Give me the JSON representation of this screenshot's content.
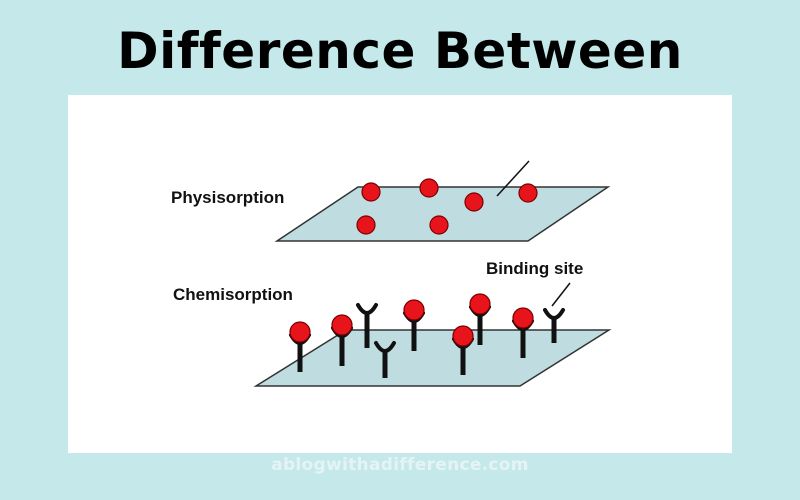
{
  "header": {
    "title": "Difference Between"
  },
  "diagram": {
    "labels": {
      "physisorption": "Physisorption",
      "chemisorption": "Chemisorption",
      "binding_site": "Binding site"
    },
    "colors": {
      "surface_fill": "#bfdde0",
      "surface_stroke": "#333333",
      "molecule_fill": "#e8141b",
      "molecule_stroke": "#7a0000",
      "stem": "#111111"
    },
    "icons": {
      "molecule": "adsorbate-molecule-icon",
      "binding_site": "binding-site-receptor-icon"
    }
  },
  "footer": {
    "watermark": "ablogwithadifference.com"
  }
}
